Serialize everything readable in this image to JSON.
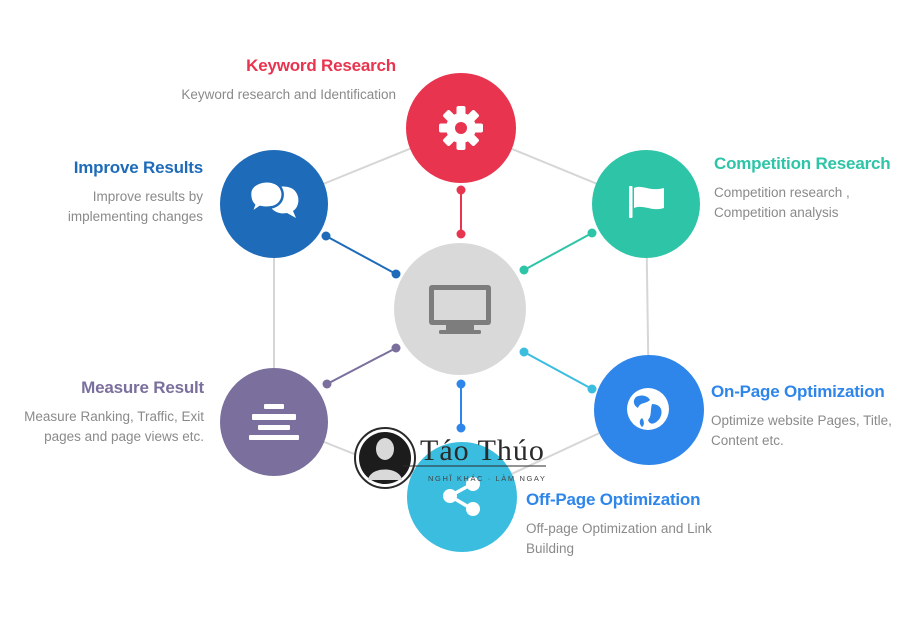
{
  "center": {
    "icon": "monitor-icon",
    "color": "#d9d9d9"
  },
  "nodes": [
    {
      "key": "keyword",
      "title": "Keyword Research",
      "description": "Keyword research and Identification",
      "color": "#e8344e",
      "icon": "gear-icon"
    },
    {
      "key": "competition",
      "title": "Competition Research",
      "description": "Competition research , Competition analysis",
      "color": "#2ec4a7",
      "icon": "flag-icon"
    },
    {
      "key": "onpage",
      "title": "On-Page Optimization",
      "description": "Optimize website Pages, Title, Content etc.",
      "color": "#2f86ea",
      "icon": "globe-icon"
    },
    {
      "key": "offpage",
      "title": "Off-Page Optimization",
      "description": "Off-page Optimization and Link Building",
      "color": "#3bbde0",
      "icon": "share-icon"
    },
    {
      "key": "measure",
      "title": "Measure Result",
      "description": "Measure Ranking, Traffic, Exit pages and page views etc.",
      "color": "#7b6f9d",
      "icon": "stack-icon"
    },
    {
      "key": "improve",
      "title": "Improve Results",
      "description": "Improve results by implementing changes",
      "color": "#1d6bb9",
      "icon": "chat-bubbles-icon"
    }
  ],
  "watermark": {
    "name": "Táo Thúo",
    "tagline": "NGHĨ KHÁC · LÀM NGAY"
  }
}
